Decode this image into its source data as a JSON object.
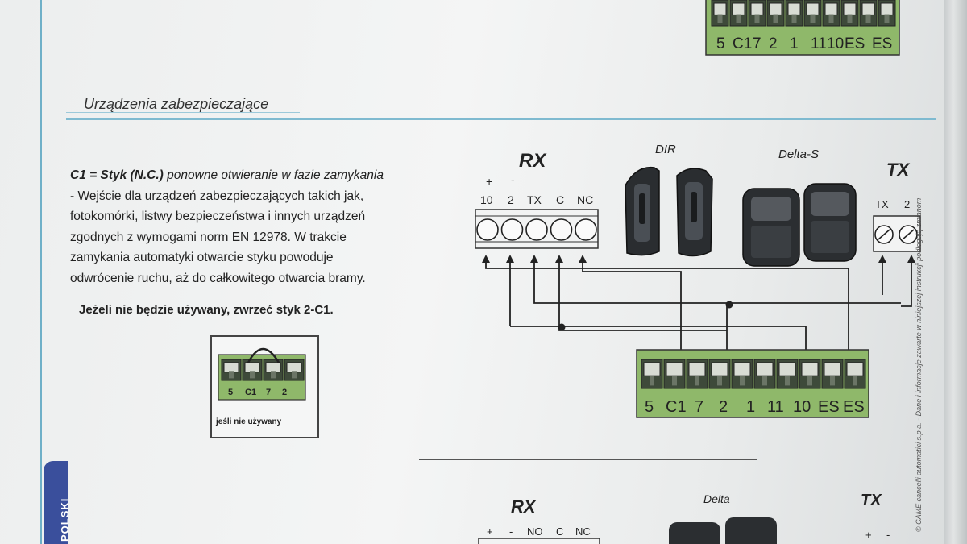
{
  "section": {
    "title": "Urządzenia zabezpieczające"
  },
  "description": {
    "lead": "C1 = Styk (N.C.)",
    "lead_rest": " ponowne otwieranie w fazie zamykania",
    "lines": [
      "- Wejście dla urządzeń zabezpieczających takich jak,",
      "fotokomórki, listwy bezpieczeństwa i innych urządzeń",
      "zgodnych z wymogami norm EN 12978. W trakcie",
      "zamykania automatyki otwarcie styku powoduje",
      "odwrócenie ruchu, aż do całkowitego otwarcia bramy."
    ],
    "note": "Jeżeli nie będzie używany, zwrzeć styk 2-C1."
  },
  "inset": {
    "caption": "jeśli nie używany",
    "terminals": [
      "5",
      "C1",
      "7",
      "2"
    ]
  },
  "top_terminal": {
    "labels": [
      "5",
      "C1",
      "7",
      "2",
      "1",
      "11",
      "10",
      "ES",
      "ES"
    ]
  },
  "diagram": {
    "rx": {
      "title": "RX",
      "plus": "+",
      "minus": "-",
      "terminals": [
        "10",
        "2",
        "TX",
        "C",
        "NC"
      ]
    },
    "dir": {
      "title": "DIR"
    },
    "delta_s": {
      "title": "Delta-S"
    },
    "tx": {
      "title": "TX",
      "terminals": [
        "TX",
        "2"
      ]
    },
    "board": {
      "labels": [
        "5",
        "C1",
        "7",
        "2",
        "1",
        "11",
        "10",
        "ES",
        "ES"
      ]
    }
  },
  "bottom_diagram": {
    "rx_title": "RX",
    "rx_terminals": [
      "+",
      "-",
      "NO",
      "C",
      "NC"
    ],
    "delta_title": "Delta",
    "tx_title": "TX",
    "tx_terminals": [
      "+",
      "-"
    ]
  },
  "side_tab": {
    "label": "POLSKI"
  },
  "side_note": {
    "text": "© CAME cancelli automatici s.p.a. - Dane i informacje zawarte w niniejszej instrukcji podlegają zmianom"
  },
  "colors": {
    "terminal_green": "#8fb86a",
    "rule_blue": "#7fbad0",
    "tab_blue": "#3a4f9c"
  }
}
